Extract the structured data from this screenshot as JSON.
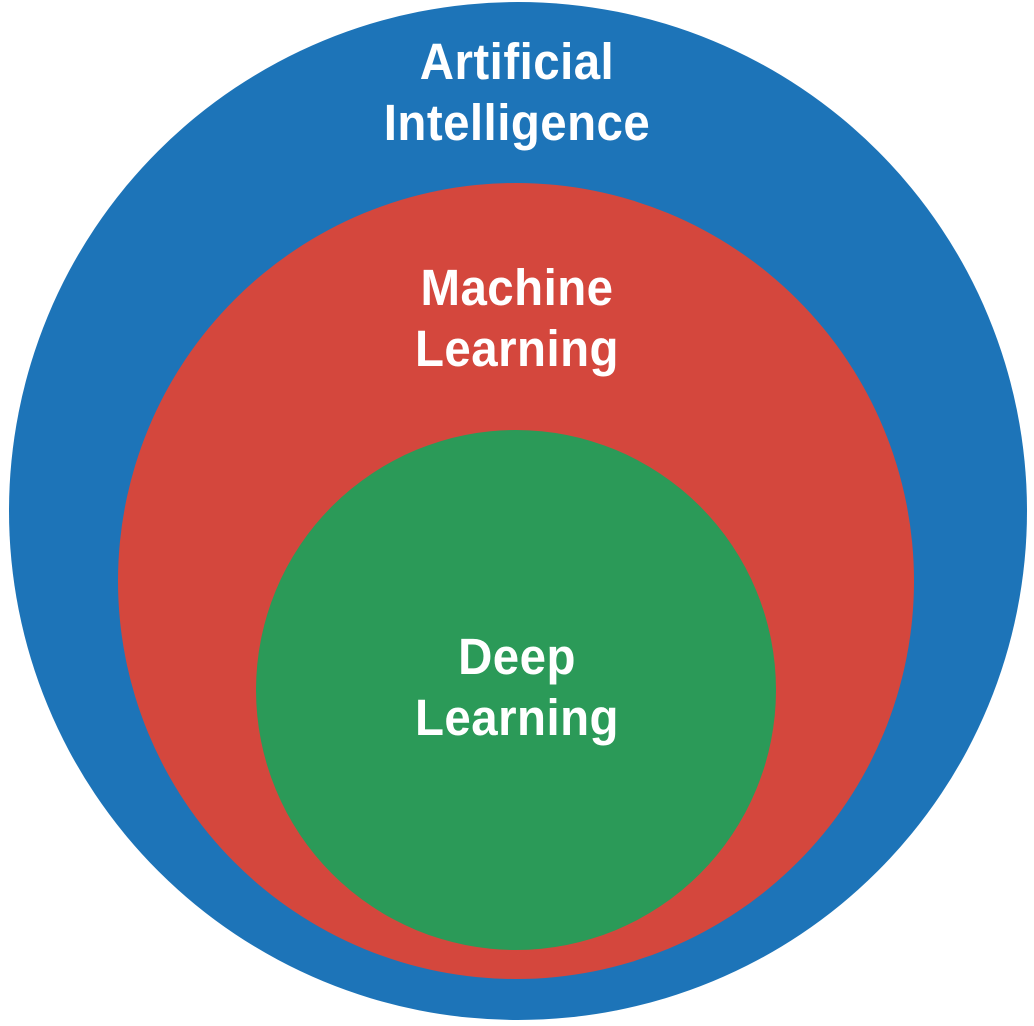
{
  "diagram": {
    "type": "nested-circles",
    "background_color": "#ffffff",
    "label_text_color": "#ffffff",
    "rings": [
      {
        "name": "artificial-intelligence",
        "lines": [
          "Artificial",
          "Intelligence"
        ],
        "color": "#1d74b8"
      },
      {
        "name": "machine-learning",
        "lines": [
          "Machine",
          "Learning"
        ],
        "color": "#d4473d"
      },
      {
        "name": "deep-learning",
        "lines": [
          "Deep",
          "Learning"
        ],
        "color": "#2b9a58"
      }
    ]
  }
}
